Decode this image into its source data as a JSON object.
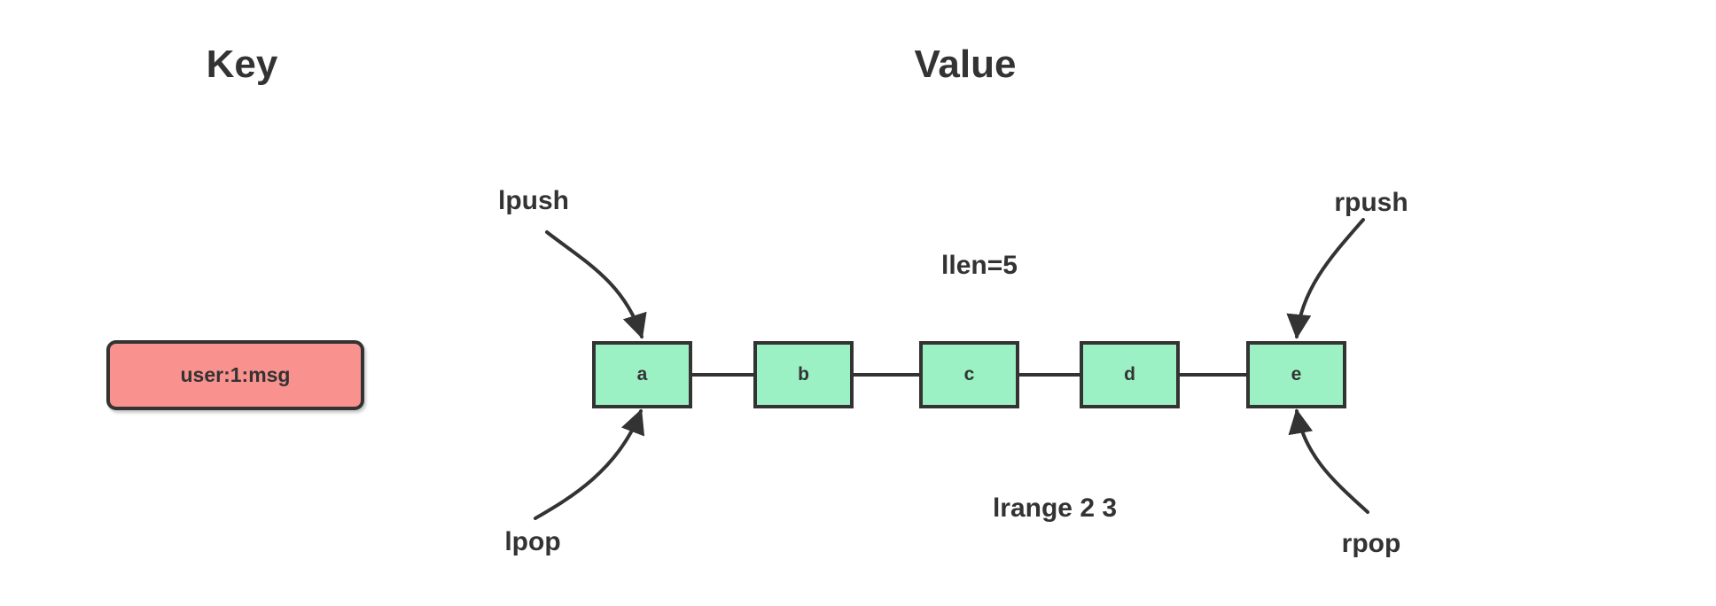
{
  "diagram": {
    "headings": {
      "key": "Key",
      "value": "Value"
    },
    "key_box": {
      "label": "user:1:msg"
    },
    "list": {
      "nodes": [
        "a",
        "b",
        "c",
        "d",
        "e"
      ]
    },
    "operations": {
      "lpush": "lpush",
      "lpop": "lpop",
      "rpush": "rpush",
      "rpop": "rpop"
    },
    "annotations": {
      "llen": "llen=5",
      "lrange": "lrange 2 3"
    },
    "colors": {
      "ink": "#333333",
      "node_fill": "#9bf0c4",
      "key_fill": "#f9918f",
      "background": "#ffffff"
    }
  }
}
